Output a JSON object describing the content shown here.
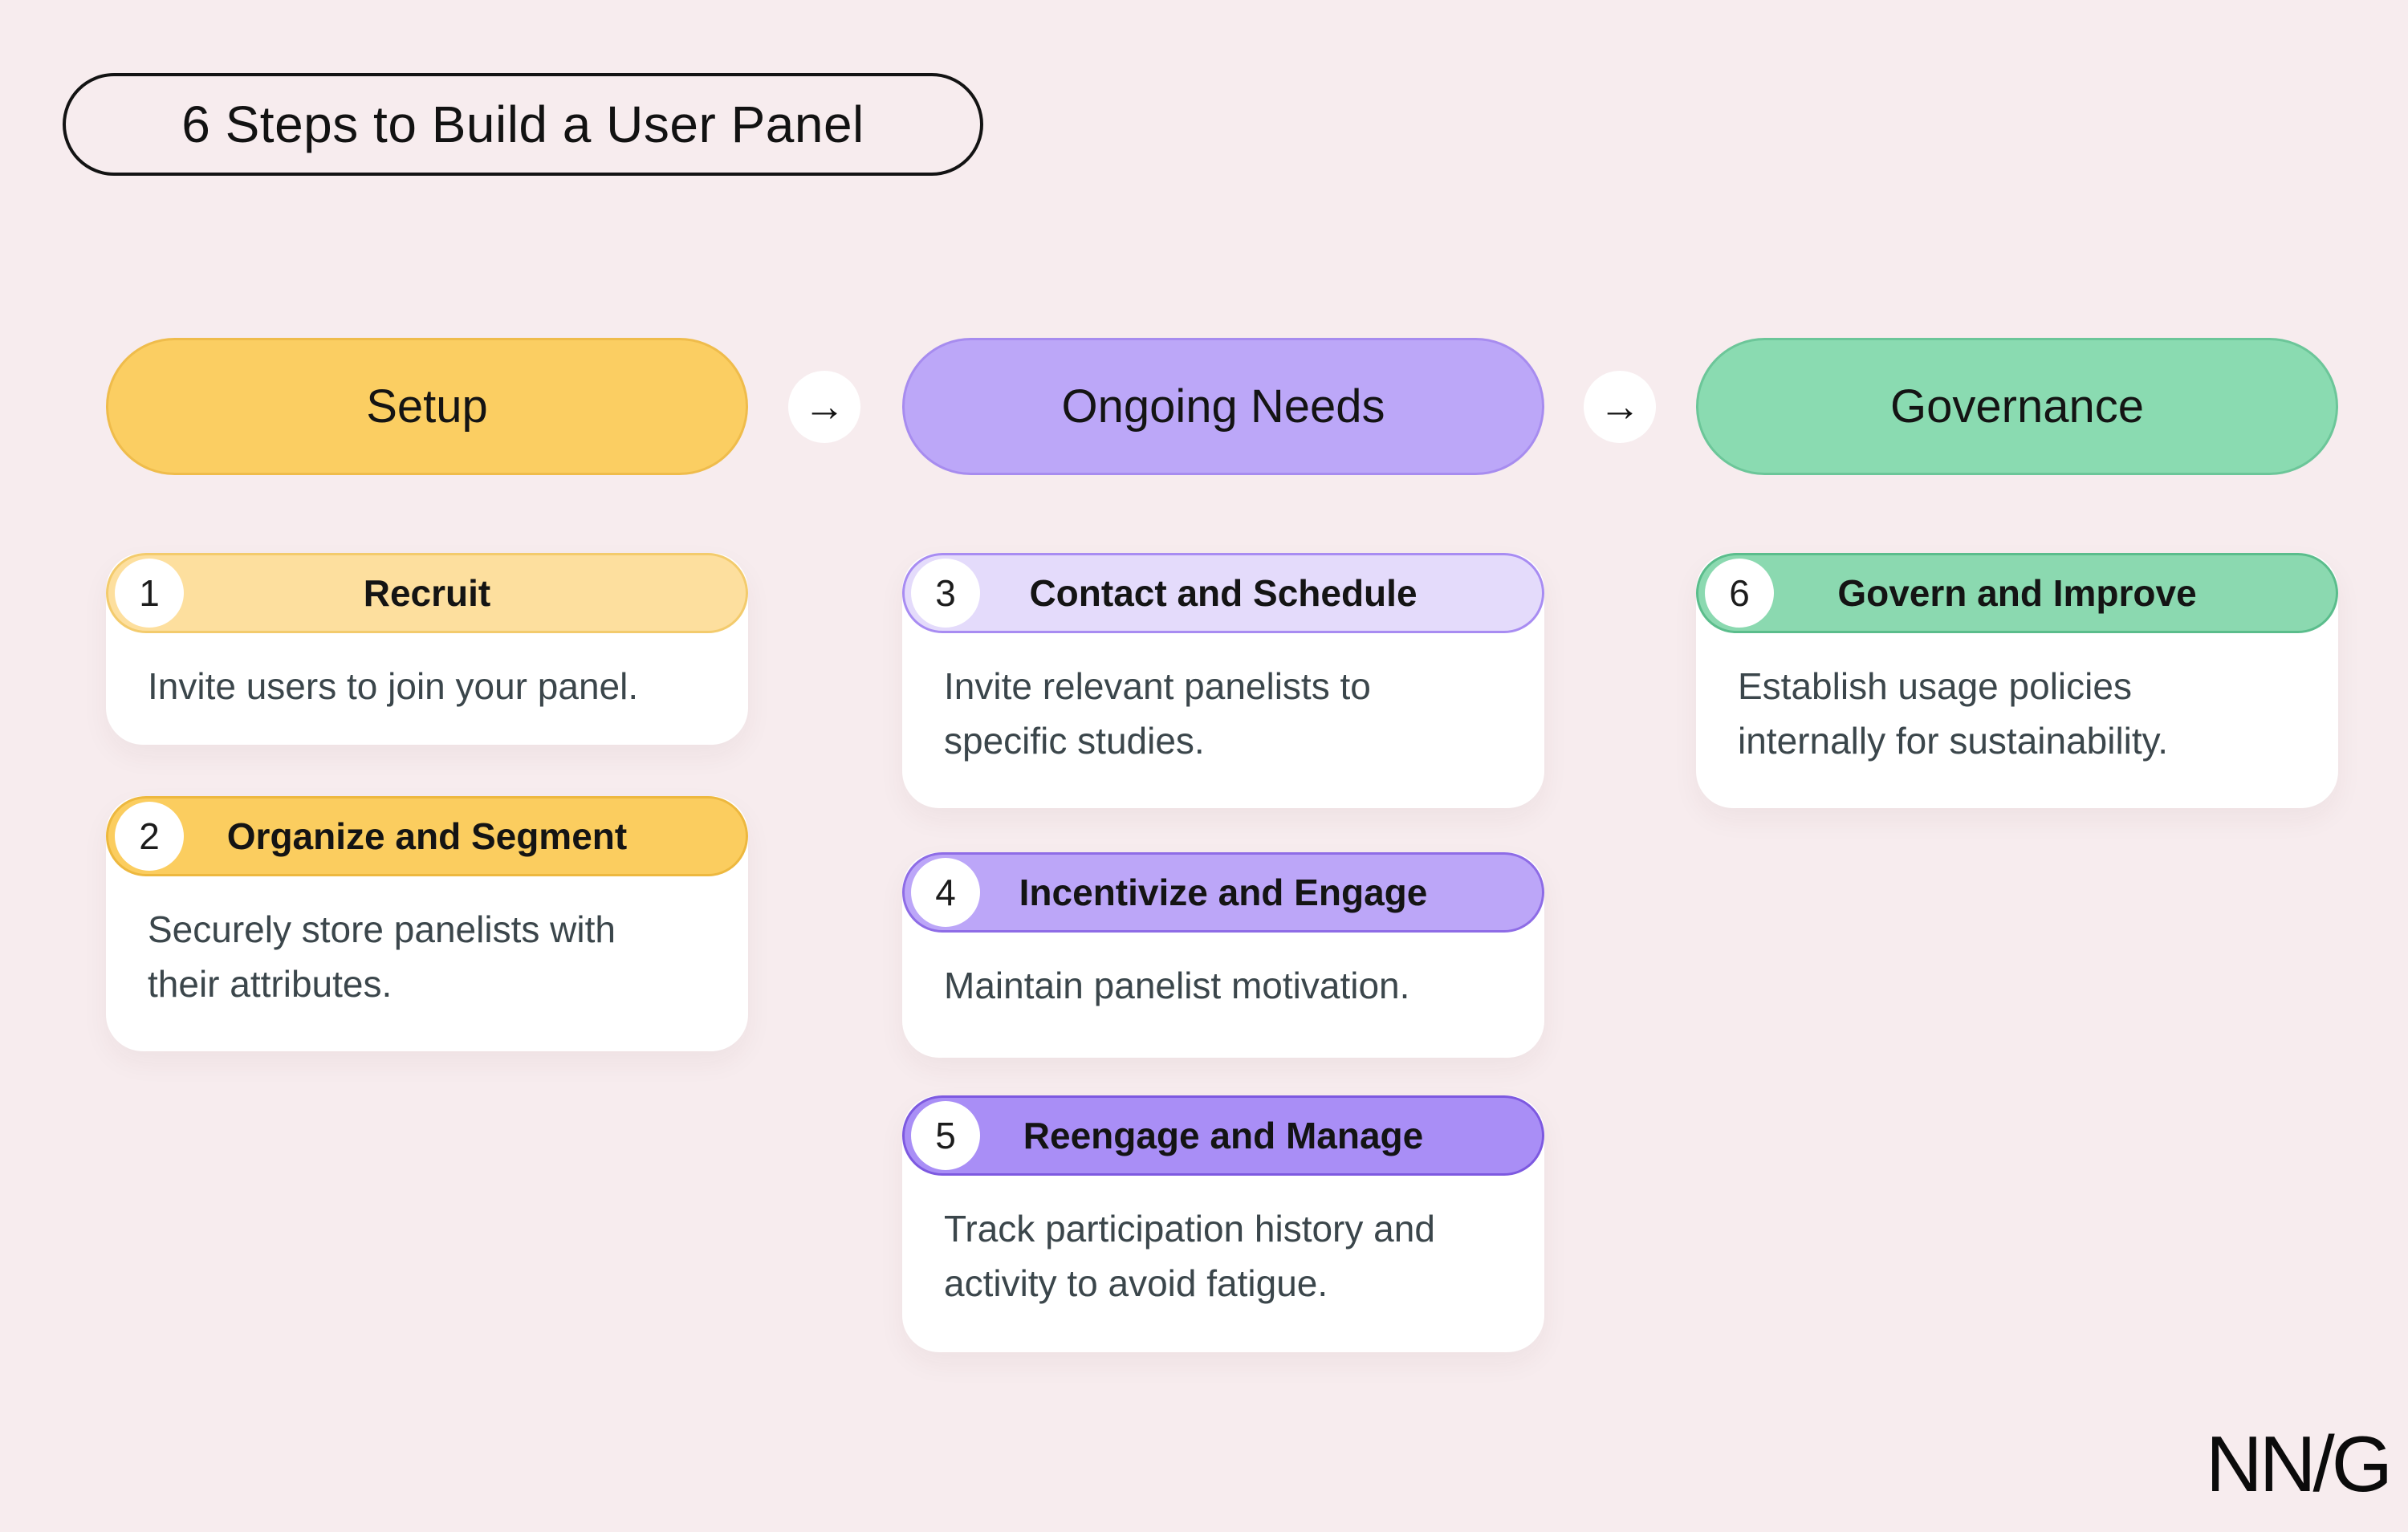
{
  "title": "6 Steps to Build a User Panel",
  "arrow": "→",
  "logo": "NN/G",
  "colors": {
    "background": "#F7ECEE",
    "card_background": "#FFFFFF",
    "title_border": "#131313",
    "description_text": "#3B464B",
    "setup_yellow": "#FBCE62",
    "setup_light_yellow": "#FDDF9E",
    "ongoing_purple": "#BCA7F8",
    "ongoing_light_purple": "#E4DBFB",
    "ongoing_dark_purple": "#A98EF6",
    "governance_green": "#8ADBB1"
  },
  "columns": [
    {
      "label": "Setup",
      "steps": [
        {
          "number": "1",
          "title": "Recruit",
          "description": "Invite users to join your panel."
        },
        {
          "number": "2",
          "title": "Organize and Segment",
          "description": "Securely store panelists with their attributes."
        }
      ]
    },
    {
      "label": "Ongoing Needs",
      "steps": [
        {
          "number": "3",
          "title": "Contact and Schedule",
          "description": "Invite relevant panelists to specific studies."
        },
        {
          "number": "4",
          "title": "Incentivize and Engage",
          "description": "Maintain panelist motivation."
        },
        {
          "number": "5",
          "title": "Reengage and Manage",
          "description": "Track participation history and activity to avoid fatigue."
        }
      ]
    },
    {
      "label": "Governance",
      "steps": [
        {
          "number": "6",
          "title": "Govern and Improve",
          "description": "Establish usage policies internally for sustainability."
        }
      ]
    }
  ]
}
